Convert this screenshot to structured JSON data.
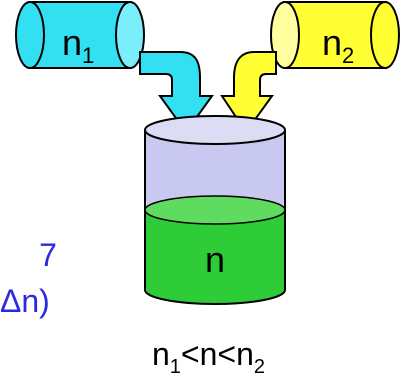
{
  "cylinders": {
    "left": {
      "main": "n",
      "sub": "1",
      "color": "#33e0f2"
    },
    "right": {
      "main": "n",
      "sub": "2",
      "color": "#ffff33"
    },
    "beaker": {
      "label": "n",
      "liquid_color": "#2ecc36",
      "glass_color": "#c9c8f0"
    }
  },
  "relation": {
    "a": "n",
    "a_sub": "1",
    "lt1": "<",
    "b": "n",
    "lt2": "<",
    "c": "n",
    "c_sub": "2"
  },
  "clipped_text": {
    "line1": "7",
    "line2": "Δn)",
    "color": "#2a2ae0"
  }
}
